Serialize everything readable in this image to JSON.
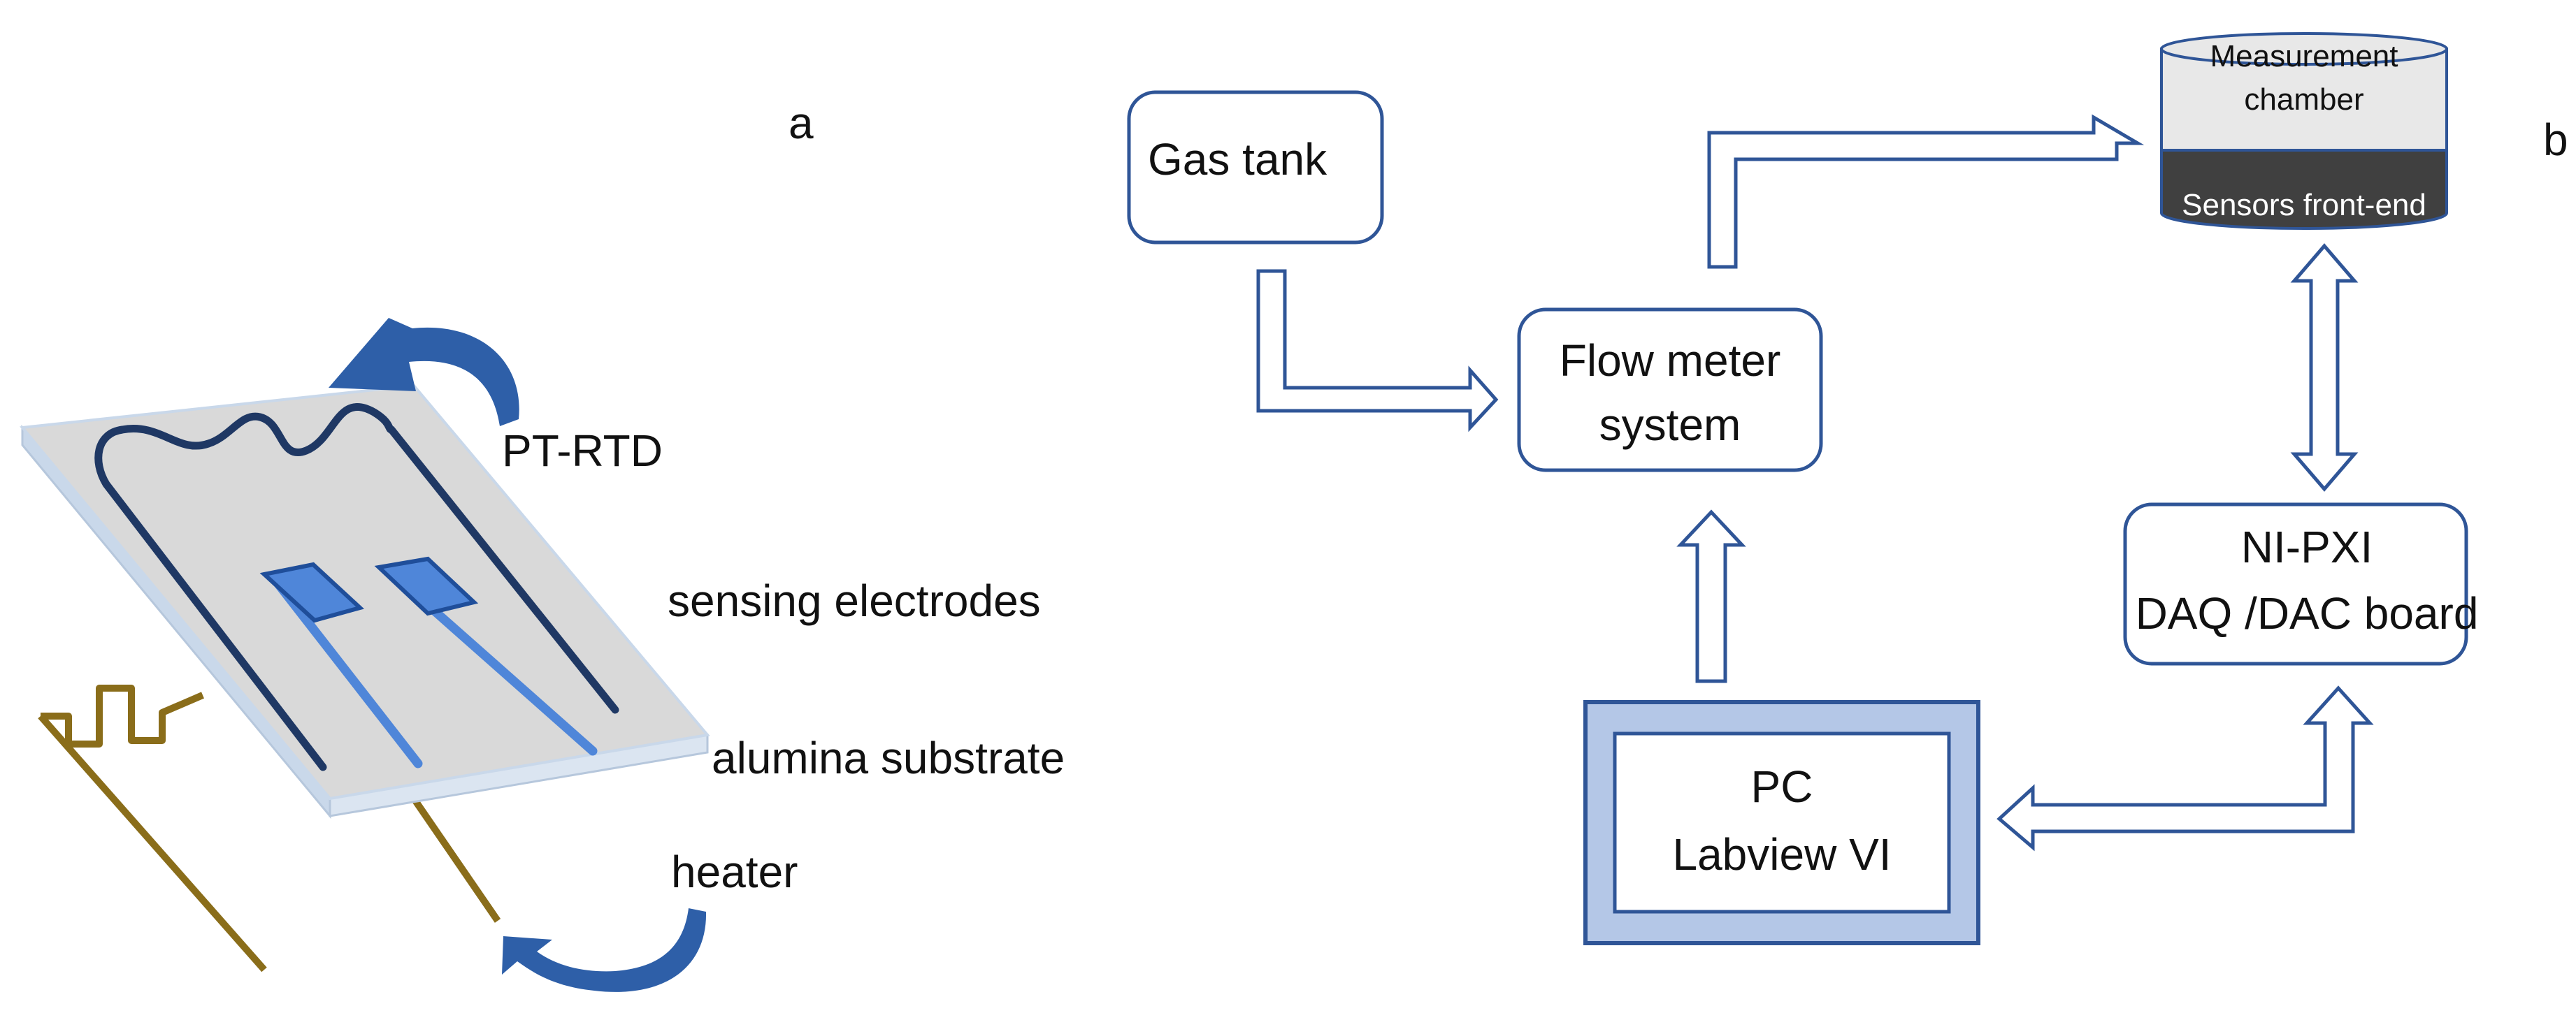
{
  "panel_a": {
    "label": "a",
    "labels": {
      "rtd": "PT-RTD",
      "electrodes": "sensing electrodes",
      "substrate": "alumina substrate",
      "heater": "heater"
    }
  },
  "panel_b": {
    "label": "b",
    "gas_tank": "Gas tank",
    "flow_meter": {
      "line1": "Flow meter",
      "line2": "system"
    },
    "chamber": {
      "line1": "Measurement",
      "line2": "chamber",
      "front_end": "Sensors front-end"
    },
    "daq": {
      "line1": "NI-PXI",
      "line2": "DAQ /DAC board"
    },
    "pc": {
      "line1": "PC",
      "line2": "Labview VI"
    }
  },
  "colors": {
    "box_stroke": "#2f5597",
    "arrow_stroke": "#2f5597",
    "pc_fill": "#b4c7e7",
    "substrate": "#d9d9d9",
    "substrate_edge": "#c9d8ea",
    "rtd_wire": "#1f3864",
    "electrode": "#4f86d9",
    "heater": "#8a6d1a",
    "curved_arrow": "#2e5fa8",
    "chamber_top": "#e8e8e8",
    "chamber_bottom": "#404040"
  }
}
